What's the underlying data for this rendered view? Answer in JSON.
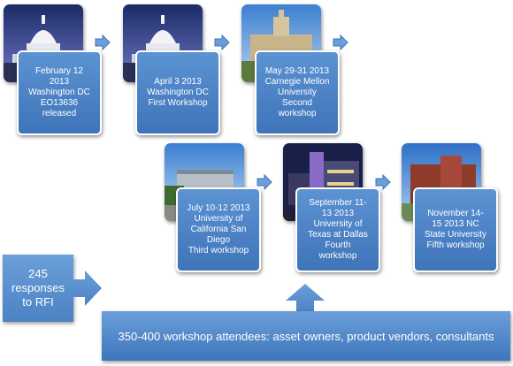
{
  "steps": [
    {
      "date_text": "February 12\n2013\nWashington DC\nEO13636\nreleased",
      "photo": "capitol-dome-photo"
    },
    {
      "date_text": "April 3 2013\nWashington DC\nFirst Workshop",
      "photo": "capitol-dome-photo"
    },
    {
      "date_text": "May 29-31 2013\nCarnegie Mellon\nUniversity\nSecond\nworkshop",
      "photo": "carnegie-mellon-building-photo"
    },
    {
      "date_text": "July 10-12 2013\nUniversity of\nCalifornia San\nDiego\nThird workshop",
      "photo": "ucsd-building-photo"
    },
    {
      "date_text": "September  11-\n13 2013\nUniversity of\nTexas at Dallas\nFourth\nworkshop",
      "photo": "ut-dallas-building-photo"
    },
    {
      "date_text": "November  14-\n15 2013 NC\nState University\nFifth workshop",
      "photo": "nc-state-building-photo"
    }
  ],
  "rfi": {
    "text": "245\nresponses\nto RFI"
  },
  "attendees": {
    "text": "350-400 workshop attendees: asset owners, product vendors, consultants"
  },
  "colors": {
    "card": "#4a80c4",
    "arrow": "#6a9fdb",
    "card_border": "#ffffff"
  }
}
